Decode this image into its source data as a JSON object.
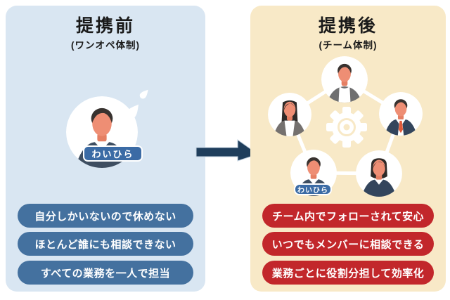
{
  "before": {
    "title": "提携前",
    "subtitle": "(ワンオペ体制)",
    "badge_label": "わいひら",
    "points": [
      "自分しかいないので休めない",
      "ほとんど誰にも相談できない",
      "すべての業務を一人で担当"
    ]
  },
  "after": {
    "title": "提携後",
    "subtitle": "(チーム体制)",
    "badge_label": "わいひら",
    "points": [
      "チーム内でフォローされて安心",
      "いつでもメンバーに相談できる",
      "業務ごとに役割分担して効率化"
    ]
  },
  "icons": {
    "arrow": "arrow-right-icon",
    "gear": "gear-icon",
    "sweat": "sweat-drops-icon",
    "team_members": [
      "man-gray-blazer",
      "woman-long-hair",
      "man-suit-red-tie",
      "man-navy-sweater-waihira",
      "woman-bob-navy"
    ]
  },
  "colors": {
    "before_panel_bg": "#d9e6f2",
    "after_panel_bg": "#f8e9c7",
    "before_pill": "#44719f",
    "after_pill": "#c2272b",
    "badge_bg": "#3b6ba5",
    "arrow": "#1f3e5c",
    "title_text": "#1a1a1a",
    "pill_text": "#ffffff"
  }
}
